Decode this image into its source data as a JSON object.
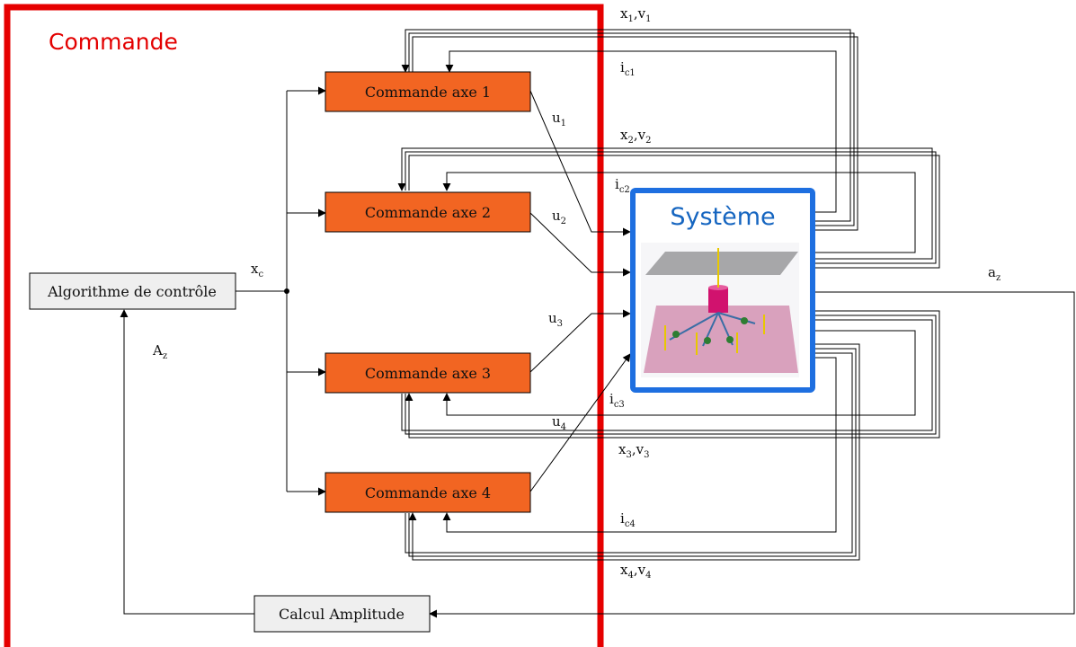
{
  "command_group": {
    "title": "Commande"
  },
  "system": {
    "title": "Système"
  },
  "blocks": {
    "algorithm": "Algorithme de contrôle",
    "axis1": "Commande axe 1",
    "axis2": "Commande axe 2",
    "axis3": "Commande axe 3",
    "axis4": "Commande axe 4",
    "amplitude": "Calcul Amplitude"
  },
  "signals": {
    "xc": {
      "base": "x",
      "sub": "c"
    },
    "Az": {
      "base": "A",
      "sub": "z"
    },
    "az": {
      "base": "a",
      "sub": "z"
    },
    "u1": {
      "base": "u",
      "sub": "1"
    },
    "u2": {
      "base": "u",
      "sub": "2"
    },
    "u3": {
      "base": "u",
      "sub": "3"
    },
    "u4": {
      "base": "u",
      "sub": "4"
    },
    "ic1": {
      "base": "i",
      "sub": "c1"
    },
    "ic2": {
      "base": "i",
      "sub": "c2"
    },
    "ic3": {
      "base": "i",
      "sub": "c3"
    },
    "ic4": {
      "base": "i",
      "sub": "c4"
    },
    "xv1": {
      "base1": "x",
      "sub1": "1",
      "sep": ",",
      "base2": "v",
      "sub2": "1"
    },
    "xv2": {
      "base1": "x",
      "sub1": "2",
      "sep": ",",
      "base2": "v",
      "sub2": "2"
    },
    "xv3": {
      "base1": "x",
      "sub1": "3",
      "sep": ",",
      "base2": "v",
      "sub2": "3"
    },
    "xv4": {
      "base1": "x",
      "sub1": "4",
      "sep": ",",
      "base2": "v",
      "sub2": "4"
    }
  },
  "colors": {
    "command_border": "#e60000",
    "system_border": "#1e6fe0",
    "axis_fill": "#f26522",
    "block_fill": "#efefef",
    "title_red": "#e30000",
    "title_blue": "#1565c0"
  }
}
